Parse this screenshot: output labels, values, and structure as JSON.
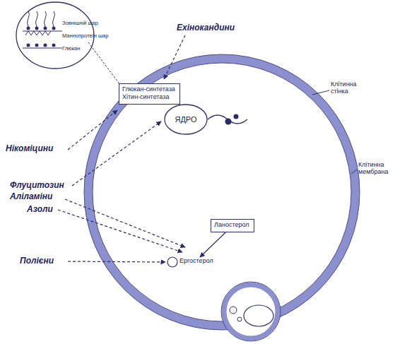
{
  "diagram": {
    "nodes": [
      {
        "text": [
          "Зовнішній шар",
          "Маннопротеїн шар",
          "Глюкан"
        ]
      },
      {
        "text": [
          "Глюкан-синтетаза",
          "Хітин-синтетаза"
        ]
      },
      {
        "text": [
          "ЯДРО"
        ]
      },
      {
        "text": [
          "Ланостерол"
        ]
      },
      {
        "text": [
          "Ергостерол"
        ]
      }
    ],
    "edges": [
      {
        "from": 3,
        "to": 4,
        "arrow": "to"
      }
    ],
    "labels": [
      "Ехінокандини",
      "Нікоміцини",
      "Флуцитозин",
      "Аліламіни",
      "Азоли",
      "Полієни",
      "Клітинна стінка",
      "Клітинна мембрана"
    ]
  }
}
